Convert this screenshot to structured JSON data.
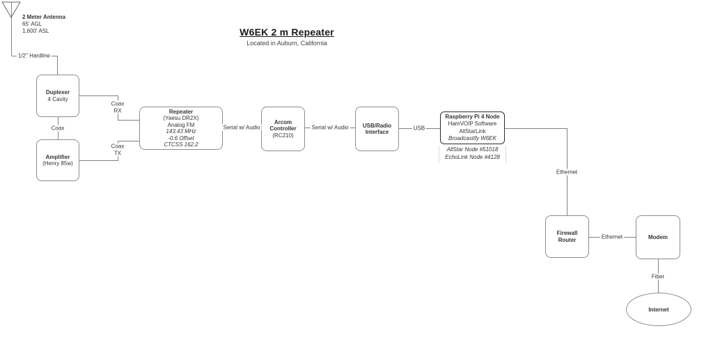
{
  "title": {
    "heading": "W6EK 2 m Repeater",
    "subtitle": "Located in Auburn, California"
  },
  "antenna": {
    "name": "2 Meter Antenna",
    "height_agl": "65' AGL",
    "height_asl": "1,600' ASL"
  },
  "connections": {
    "hardline": "1/2\" Hardline",
    "coax": "Coax",
    "coax_rx_line1": "Coax",
    "coax_rx_line2": "RX",
    "coax_tx_line1": "Coax",
    "coax_tx_line2": "TX",
    "serial_audio_1": "Serial w/ Audio",
    "serial_audio_2": "Serial w/ Audio",
    "usb": "USB",
    "ethernet_pi_router": "Ethernet",
    "ethernet_router_modem": "Ethernet",
    "fiber": "Fiber"
  },
  "nodes": {
    "duplexer": {
      "title": "Duplexer",
      "subtitle": "4 Cavity"
    },
    "amplifier": {
      "title": "Amplifier",
      "subtitle": "(Henry 85w)"
    },
    "repeater": {
      "title": "Repeater",
      "model": "(Yaesu DR2X)",
      "mode": "Analog FM",
      "frequency": "143.43 MHz",
      "offset": "-0.6 Offset",
      "ctcss": "CTCSS 162.2"
    },
    "controller": {
      "line1": "Arcom",
      "line2": "Controller",
      "line3": "(RC210)"
    },
    "usb_radio_interface": {
      "line1": "USB/Radio",
      "line2": "Interface"
    },
    "raspberry_pi": {
      "title": "Raspberry Pi 4 Node",
      "line2": "HamVOIP Software",
      "line3": "AllStarLink",
      "line4": "Broadcastify W6EK",
      "note1": "AllStar Node #51018",
      "note2": "EchoLink Node #4128"
    },
    "firewall_router": {
      "line1": "Firewall",
      "line2": "Router"
    },
    "modem": {
      "line1": "Modem"
    },
    "internet": {
      "line1": "Internet"
    }
  },
  "colors": {
    "connector": "#808080",
    "box_border": "#8c8c8c",
    "pi_border": "#2b2b2b",
    "text": "#333333"
  }
}
